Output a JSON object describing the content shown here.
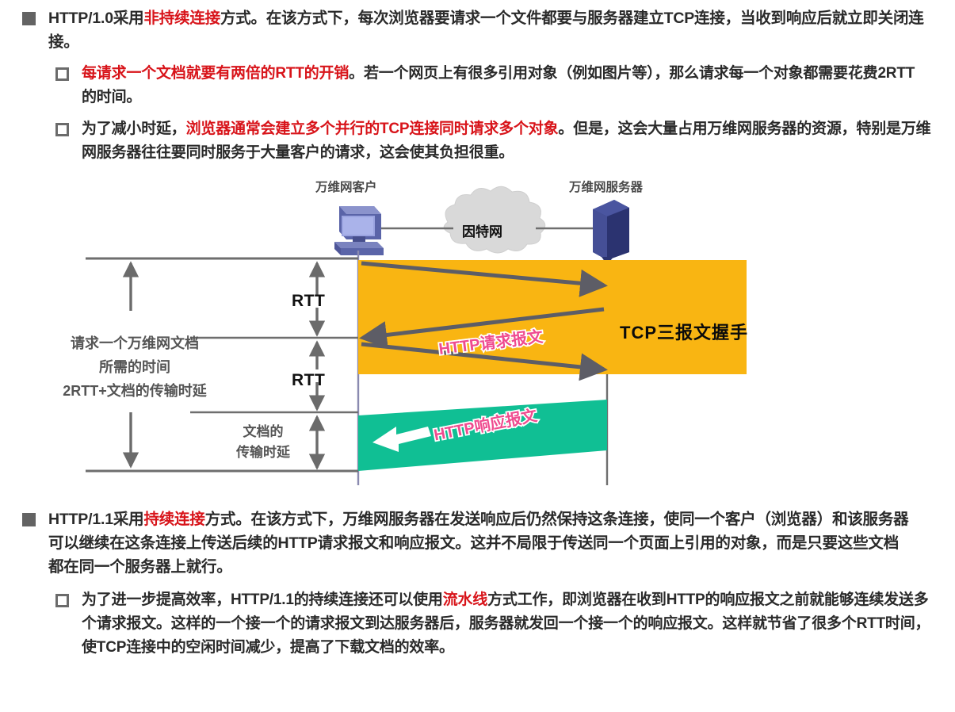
{
  "slide": {
    "top_section": {
      "main_bullet": {
        "icon": "filled-square-bullet",
        "segments": [
          {
            "text": "HTTP/1.0采用",
            "color": "normal"
          },
          {
            "text": "非持续连接",
            "color": "red"
          },
          {
            "text": "方式。在该方式下，每次浏览器要请求一个文件都要与服务器建立TCP连接，当收到响应后就立即关闭连接。",
            "color": "normal"
          }
        ]
      },
      "sub_bullets": [
        {
          "icon": "hollow-square-bullet",
          "segments": [
            {
              "text": "每请求一个文档就要有两倍的RTT的开销",
              "color": "red"
            },
            {
              "text": "。若一个网页上有很多引用对象（例如图片等），那么请求每一个对象都需要花费2RTT的时间。",
              "color": "normal"
            }
          ]
        },
        {
          "icon": "hollow-square-bullet",
          "segments": [
            {
              "text": "为了减小时延，",
              "color": "normal"
            },
            {
              "text": "浏览器通常会建立多个并行的TCP连接同时请求多个对象",
              "color": "red"
            },
            {
              "text": "。但是，这会大量占用万维网服务器的资源，特别是万维网服务器往往要同时服务于大量客户的请求，这会使其负担很重。",
              "color": "normal"
            }
          ]
        }
      ]
    },
    "bottom_section": {
      "main_bullet": {
        "icon": "filled-square-bullet",
        "segments": [
          {
            "text": "HTTP/1.1采用",
            "color": "normal"
          },
          {
            "text": "持续连接",
            "color": "red"
          },
          {
            "text": "方式。在该方式下，万维网服务器在发送响应后仍然保持这条连接，使同一个客户（浏览器）和该服务器可以继续在这条连接上传送后续的HTTP请求报文和响应报文。这并不局限于传送同一个页面上引用的对象，而是只要这些文档都在同一个服务器上就行。",
            "color": "normal"
          }
        ]
      },
      "sub_bullets": [
        {
          "icon": "hollow-square-bullet",
          "segments": [
            {
              "text": "为了进一步提高效率，HTTP/1.1的持续连接还可以使用",
              "color": "normal"
            },
            {
              "text": "流水线",
              "color": "red"
            },
            {
              "text": "方式工作，即浏览器在收到HTTP的响应报文之前就能够连续发送多个请求报文。这样的一个接一个的请求报文到达服务器后，服务器就发回一个接一个的响应报文。这样就节省了很多个RTT时间，使TCP连接中的空闲时间减少，提高了下载文档的效率。",
              "color": "normal"
            }
          ]
        }
      ]
    }
  },
  "diagram": {
    "client_title": "万维网客户",
    "server_title": "万维网服务器",
    "internet_cloud": "因特网",
    "tcp_handshake": "TCP三报文握手",
    "rtt_first": "RTT",
    "rtt_second": "RTT",
    "http_request_label": "HTTP请求报文",
    "http_response_label": "HTTP响应报文",
    "total_time_lines": [
      "请求一个万维网文档",
      "所需的时间",
      "2RTT+文档的传输时延"
    ],
    "doc_delay_lines": [
      "文档的",
      "传输时延"
    ],
    "colors": {
      "handshake_band": "#F9B512",
      "response_band": "#10BF94",
      "accent_red": "#d8141a",
      "msg_label_pink": "#ef4b8f",
      "bullet_gray": "#636363",
      "line_gray": "#6e6e6e",
      "device_blue": "#3f4a8f"
    }
  }
}
